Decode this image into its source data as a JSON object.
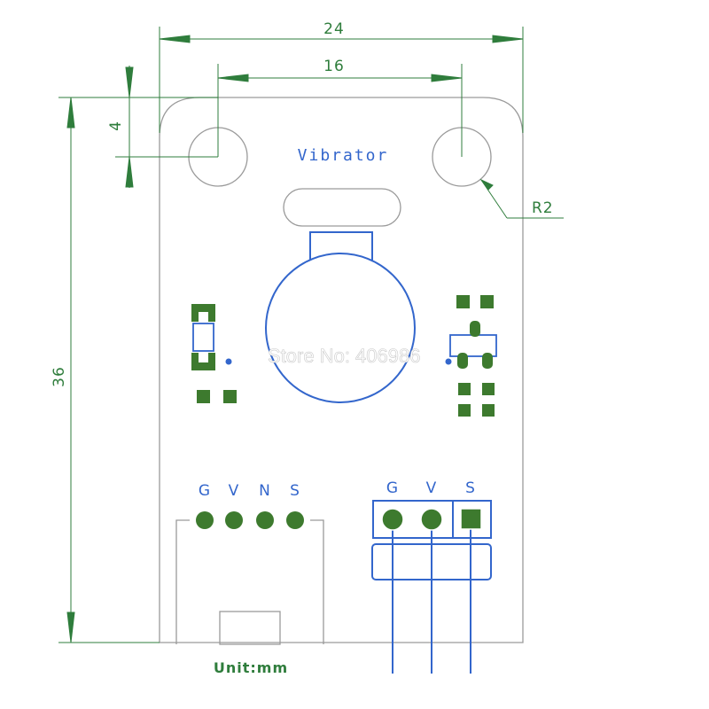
{
  "dimensions": {
    "width_outer": "24",
    "width_holes": "16",
    "hole_offset": "4",
    "height": "36",
    "radius": "R2"
  },
  "board": {
    "title": "Vibrator",
    "watermark": "Store No: 406986",
    "connector_left_pins": [
      "G",
      "V",
      "N",
      "S"
    ],
    "connector_right_pins": [
      "G",
      "V",
      "S"
    ],
    "unit_label": "Unit:mm"
  },
  "colors": {
    "dimension": "#2f7d3c",
    "outline": "#9a9a9a",
    "component": "#3366cc",
    "pad": "#3d7a2e"
  }
}
